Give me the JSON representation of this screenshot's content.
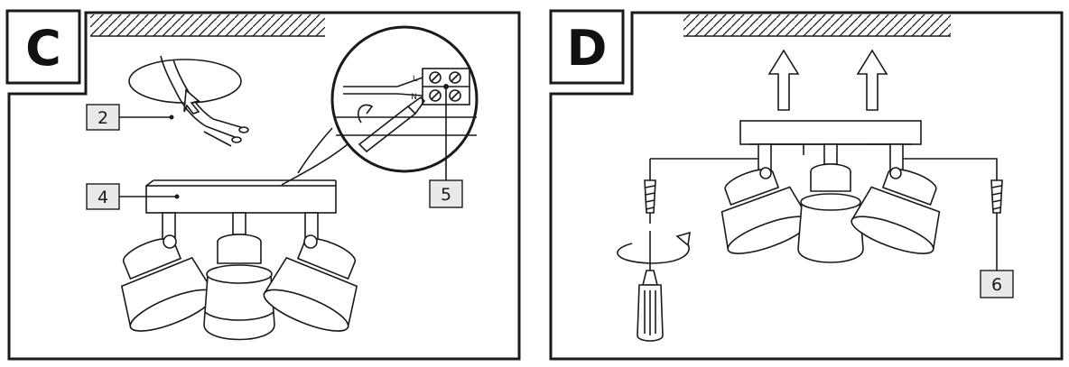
{
  "panels": [
    {
      "letter": "C",
      "callouts": [
        "2",
        "4",
        "5"
      ],
      "terminal_marks": [
        "L",
        "N"
      ]
    },
    {
      "letter": "D",
      "callouts": [
        "6"
      ]
    }
  ],
  "colors": {
    "line": "#1a1a1a",
    "callout_fill": "#e9e9e9",
    "background": "#ffffff"
  }
}
